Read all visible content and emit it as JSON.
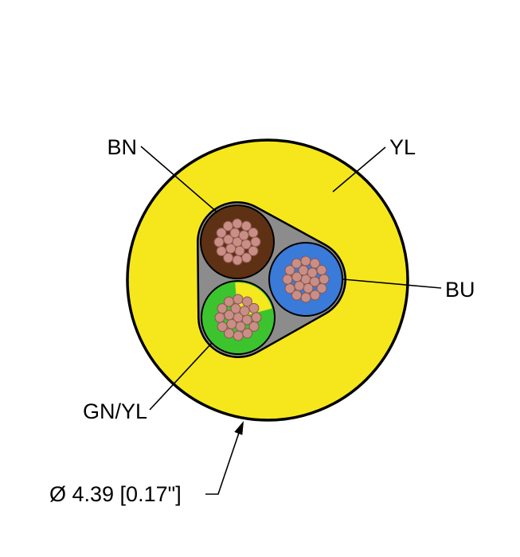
{
  "diagram": {
    "title": "cable-cross-section",
    "labels": {
      "bn": "BN",
      "yl": "YL",
      "bu": "BU",
      "gnyl": "GN/YL",
      "diameter": "Ø 4.39 [0.17\"]"
    },
    "colors": {
      "jacket_yellow": "#f6e71c",
      "filler_gray": "#8c8c8c",
      "outline_black": "#000000",
      "insulation_brown": "#5e3114",
      "insulation_blue": "#3a7ad9",
      "insulation_green": "#3cc42f",
      "stripe_yellow": "#f4e81e",
      "strand_copper": "#c98e85",
      "strand_stroke": "#8a564e",
      "background": "#ffffff"
    },
    "strand_layout": {
      "ring_radii": [
        0,
        11.6,
        23
      ],
      "ring_counts": [
        1,
        6,
        12
      ],
      "strand_radius": 6
    }
  }
}
